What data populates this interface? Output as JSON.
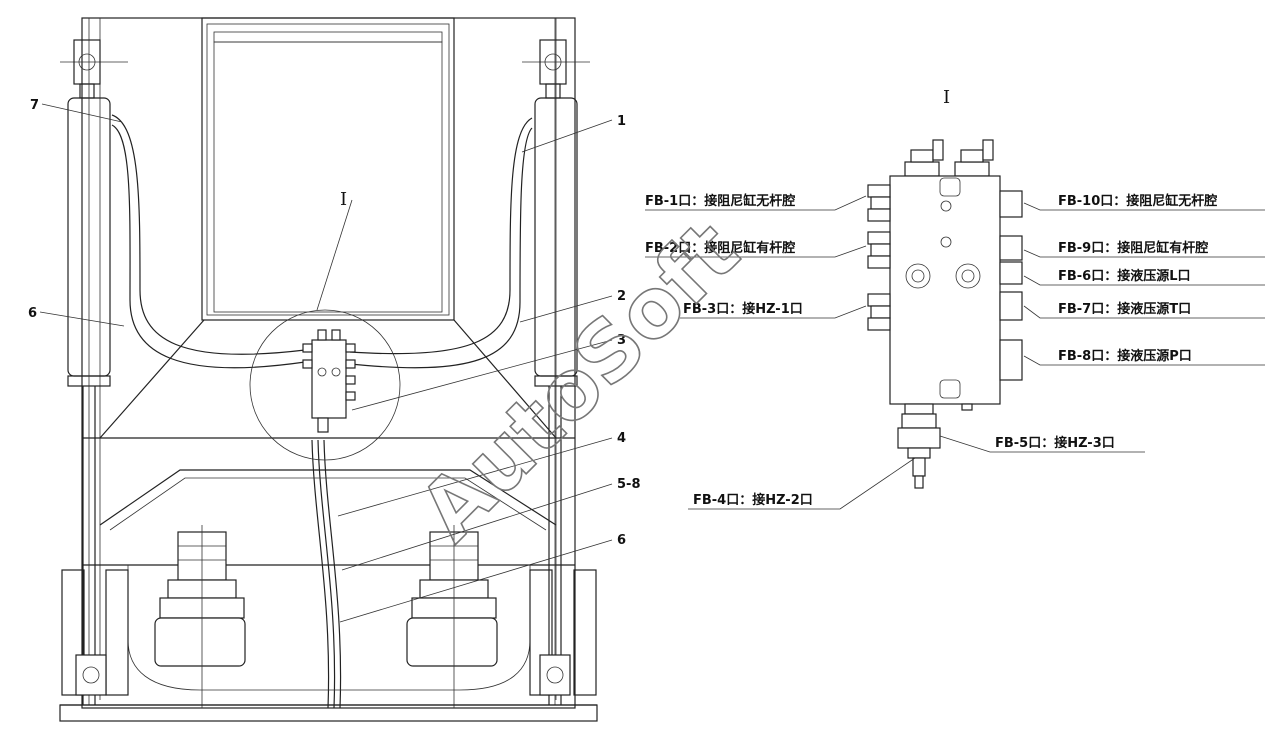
{
  "diagram": {
    "watermark": "AutoSoft",
    "detail_marker": "I",
    "detail_title": "I",
    "callouts": [
      "7",
      "1",
      "6",
      "2",
      "3",
      "4",
      "5-8",
      "6"
    ],
    "ports": [
      "FB-1口：接阻尼缸无杆腔",
      "FB-2口：接阻尼缸有杆腔",
      "FB-3口：接HZ-1口",
      "FB-10口：接阻尼缸无杆腔",
      "FB-9口：接阻尼缸有杆腔",
      "FB-6口：接液压源L口",
      "FB-7口：接液压源T口",
      "FB-8口：接液压源P口",
      "FB-5口：接HZ-3口",
      "FB-4口：接HZ-2口"
    ]
  }
}
